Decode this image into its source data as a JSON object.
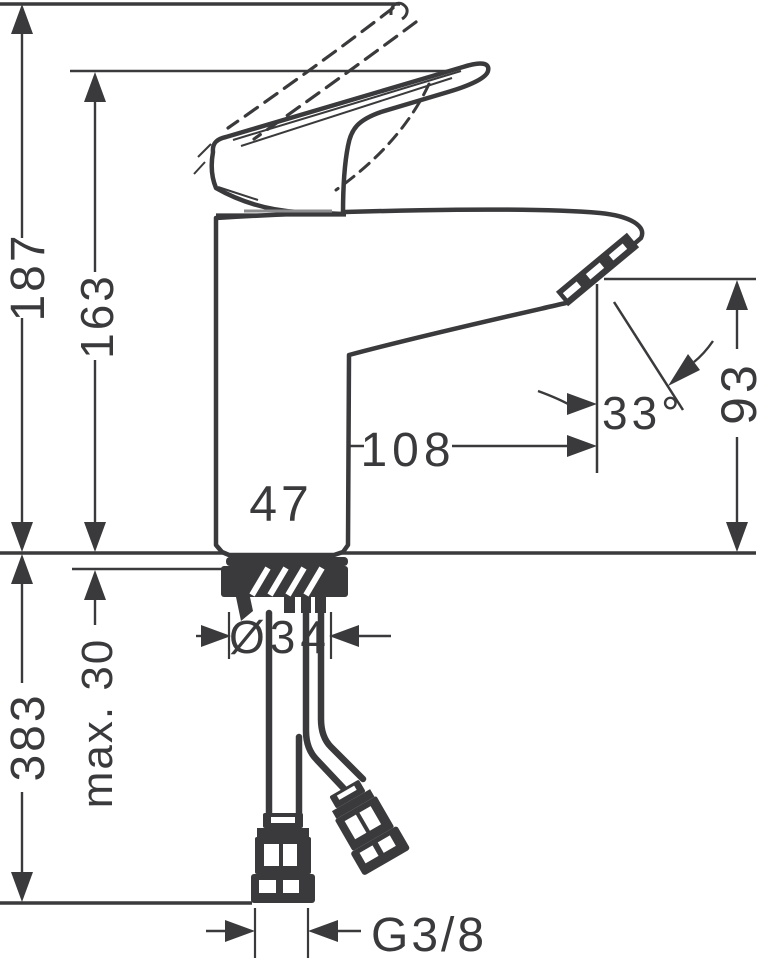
{
  "drawing": {
    "type": "technical-dimension-drawing",
    "subject": "single-lever basin mixer faucet, side elevation with supply hoses",
    "background": "#ffffff",
    "line_color": "#3a3a3c",
    "dimensions": {
      "overall_height_handle_raised": "187",
      "overall_height_handle_down": "163",
      "spout_outlet_height": "93",
      "spout_reach": "108",
      "body_width": "47",
      "stream_angle": "33°",
      "mounting_hole_diameter": "Ø34",
      "max_deck_thickness": "max. 30",
      "hose_length_below_deck": "383",
      "connection_thread": "G3/8"
    }
  }
}
